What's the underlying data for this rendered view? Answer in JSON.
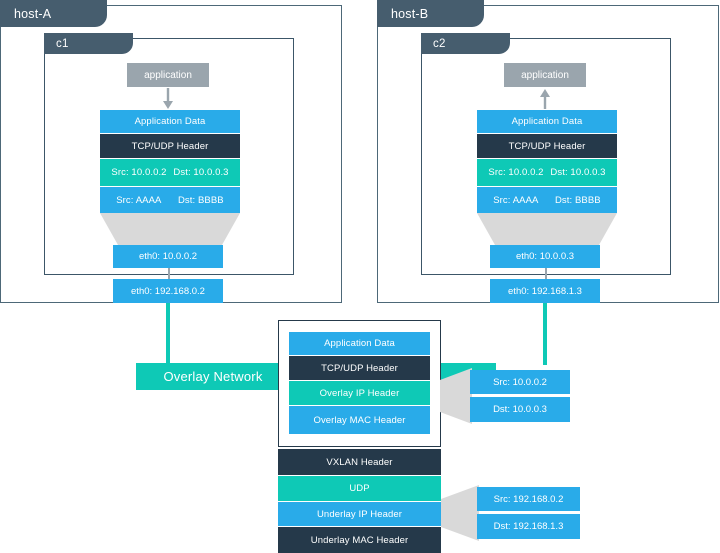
{
  "diagram": {
    "title": "VXLAN overlay network packet encapsulation between two hosts",
    "colors": {
      "blue": "#29abe9",
      "navy": "#25394a",
      "teal": "#0ec9b6",
      "gray": "#9aa5ad",
      "light_gray": "#d9d9d9",
      "frame": "#4d6878",
      "tab": "#465d6e"
    }
  },
  "hosts": [
    {
      "name": "host-A",
      "container": {
        "name": "c1",
        "application_label": "application",
        "packet_layers": [
          {
            "label": "Application Data",
            "style": "blue"
          },
          {
            "label": "TCP/UDP Header",
            "style": "navy"
          },
          {
            "label": "",
            "style": "teal",
            "src": "Src: 10.0.0.2",
            "dst": "Dst: 10.0.0.3"
          },
          {
            "label": "",
            "style": "blue",
            "src": "Src: AAAA",
            "dst": "Dst: BBBB"
          }
        ],
        "interface": "eth0: 10.0.0.2"
      },
      "interface": "eth0: 192.168.0.2"
    },
    {
      "name": "host-B",
      "container": {
        "name": "c2",
        "application_label": "application",
        "packet_layers": [
          {
            "label": "Application Data",
            "style": "blue"
          },
          {
            "label": "TCP/UDP Header",
            "style": "navy"
          },
          {
            "label": "",
            "style": "teal",
            "src": "Src: 10.0.0.2",
            "dst": "Dst: 10.0.0.3"
          },
          {
            "label": "",
            "style": "blue",
            "src": "Src: AAAA",
            "dst": "Dst: BBBB"
          }
        ],
        "interface": "eth0: 10.0.0.3"
      },
      "interface": "eth0: 192.168.1.3"
    }
  ],
  "overlay": {
    "label": "Overlay Network"
  },
  "encapsulation": {
    "inner_layers": [
      {
        "label": "Application Data",
        "style": "blue"
      },
      {
        "label": "TCP/UDP Header",
        "style": "navy"
      },
      {
        "label": "Overlay IP Header",
        "style": "teal"
      },
      {
        "label": "Overlay MAC Header",
        "style": "blue"
      }
    ],
    "outer_layers": [
      {
        "label": "VXLAN Header",
        "style": "navy"
      },
      {
        "label": "UDP",
        "style": "teal"
      },
      {
        "label": "Underlay IP Header",
        "style": "blue"
      },
      {
        "label": "Underlay MAC Header",
        "style": "navy"
      }
    ]
  },
  "callouts": [
    {
      "name": "overlay-ip-addresses",
      "src": "Src: 10.0.0.2",
      "dst": "Dst: 10.0.0.3"
    },
    {
      "name": "underlay-ip-addresses",
      "src": "Src: 192.168.0.2",
      "dst": "Dst: 192.168.1.3"
    }
  ]
}
